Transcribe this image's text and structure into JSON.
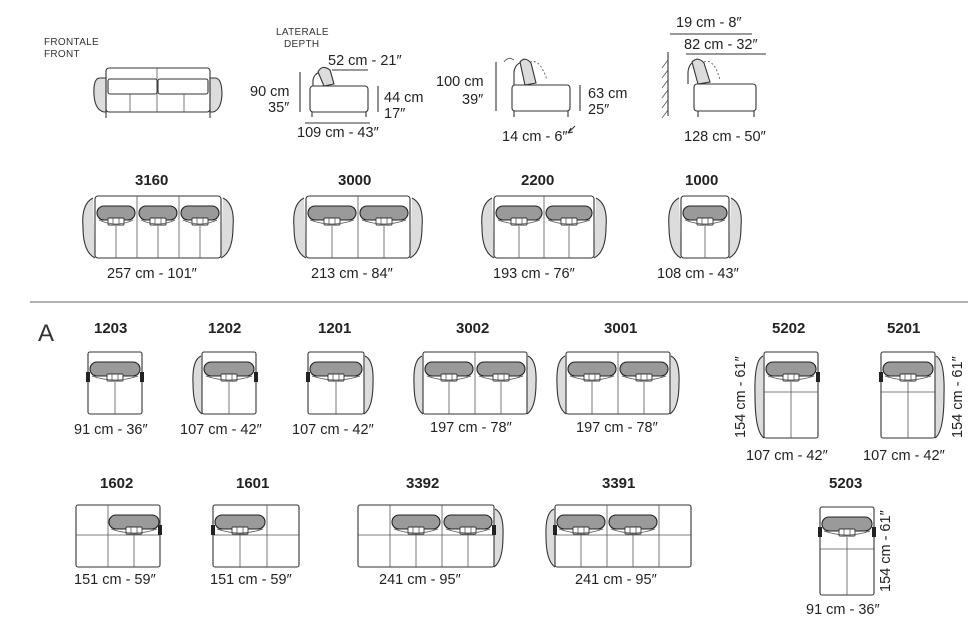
{
  "header": {
    "frontale": "FRONTALE",
    "front": "FRONT",
    "laterale": "LATERALE",
    "depth": "DEPTH"
  },
  "side_views": {
    "v1": {
      "top": "52 cm - 21″",
      "left_cm": "90 cm",
      "left_in": "35″",
      "right_cm": "44 cm",
      "right_in": "17″",
      "bottom": "109 cm - 43″"
    },
    "v2": {
      "left_cm": "100 cm",
      "left_in": "39″",
      "right_cm": "63 cm",
      "right_in": "25″",
      "bottom": "14 cm - 6″"
    },
    "v3": {
      "top1": "19 cm - 8″",
      "top2": "82 cm - 32″",
      "bottom": "128 cm - 50″"
    }
  },
  "row1": [
    {
      "code": "3160",
      "dim": "257 cm - 101″"
    },
    {
      "code": "3000",
      "dim": "213 cm - 84″"
    },
    {
      "code": "2200",
      "dim": "193 cm - 76″"
    },
    {
      "code": "1000",
      "dim": "108 cm - 43″"
    }
  ],
  "section_a": "A",
  "row2": [
    {
      "code": "1203",
      "dim": "91 cm - 36″"
    },
    {
      "code": "1202",
      "dim": "107 cm - 42″"
    },
    {
      "code": "1201",
      "dim": "107 cm - 42″"
    },
    {
      "code": "3002",
      "dim": "197 cm - 78″"
    },
    {
      "code": "3001",
      "dim": "197 cm - 78″"
    },
    {
      "code": "5202",
      "dim": "107 cm - 42″",
      "vdim": "154 cm - 61″"
    },
    {
      "code": "5201",
      "dim": "107 cm - 42″",
      "vdim": "154 cm - 61″"
    }
  ],
  "row3": [
    {
      "code": "1602",
      "dim": "151 cm - 59″"
    },
    {
      "code": "1601",
      "dim": "151 cm - 59″"
    },
    {
      "code": "3392",
      "dim": "241 cm - 95″"
    },
    {
      "code": "3391",
      "dim": "241 cm - 95″"
    },
    {
      "code": "5203",
      "dim": "91 cm - 36″",
      "vdim": "154 cm - 61″"
    }
  ]
}
